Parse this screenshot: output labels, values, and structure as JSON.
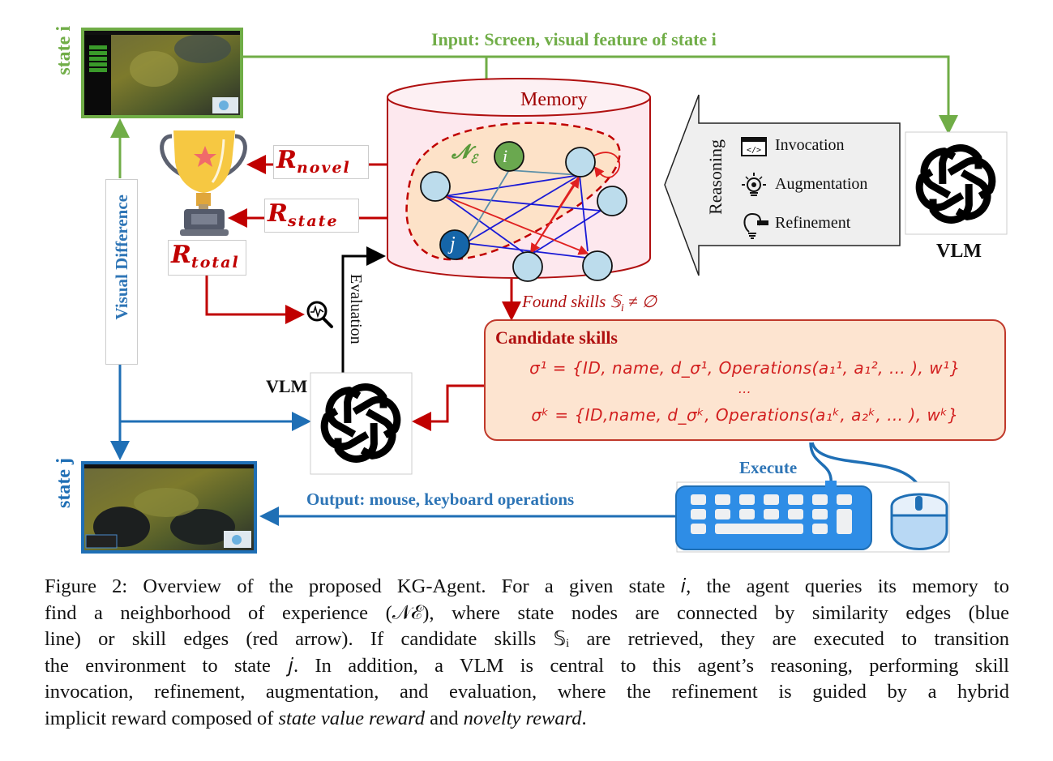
{
  "figure": {
    "state_i_label": "state i",
    "state_j_label": "state j",
    "input_label": "Input: Screen, visual feature of state i",
    "output_label": "Output: mouse, keyboard operations",
    "memory_label": "Memory",
    "neighborhood_label": "𝓝",
    "neighborhood_sub": "ℰ",
    "node_i": "i",
    "node_j": "j",
    "visual_difference_label": "Visual Difference",
    "evaluation_label": "Evaluation",
    "vlm_left_label": "VLM",
    "vlm_right_label": "VLM",
    "execute_label": "Execute",
    "found_skills_label": "Found skills 𝕊",
    "found_skills_sub": "i",
    "found_skills_tail": " ≠ ∅",
    "rewards": {
      "R_symbol": "R",
      "novel": "novel",
      "state": "state",
      "total": "total"
    },
    "reasoning": {
      "title": "Reasoning",
      "items": [
        {
          "label": "Invocation",
          "icon": "code-window-icon"
        },
        {
          "label": "Augmentation",
          "icon": "lightbulb-gear-icon"
        },
        {
          "label": "Refinement",
          "icon": "lightbulb-pen-icon"
        }
      ]
    },
    "candidate_skills": {
      "title": "Candidate skills",
      "line1": "σ¹ = {ID, name, d_σ¹, Operations(a₁¹, a₁², … ), w¹}",
      "ellipsis": "…",
      "line2": "σᵏ = {ID,name, d_σᵏ, Operations(a₁ᵏ, a₂ᵏ, … ), wᵏ}"
    },
    "colors": {
      "green": "#70ad47",
      "blue": "#1f6fb5",
      "red": "#c00000",
      "memory_fill": "#fde8ee",
      "neighborhood_fill": "#fde2c8",
      "node_fill": "#bcdcec",
      "node_i_fill": "#6aa84f",
      "node_j_fill": "#1565a8",
      "similarity_edge": "#1a1ad6",
      "skill_edge": "#e02020",
      "candidate_fill": "#fde4d0"
    }
  },
  "caption": {
    "lines": [
      "Figure 2: Overview of the proposed KG-Agent. For a given state 𝑖, the agent queries its memory to",
      "find a neighborhood of experience (𝒩ℰ), where state nodes are connected by similarity edges (blue",
      "line) or skill edges (red arrow).  If candidate skills 𝕊ᵢ are retrieved, they are executed to transition",
      "the environment to state 𝑗. In addition, a VLM is central to this agent’s reasoning, performing skill",
      "invocation, refinement, augmentation, and evaluation, where the refinement is guided by a hybrid"
    ],
    "last_line_prefix": "implicit reward composed of ",
    "last_line_em1": "state value reward",
    "last_line_mid": " and ",
    "last_line_em2": "novelty reward",
    "last_line_suffix": "."
  }
}
